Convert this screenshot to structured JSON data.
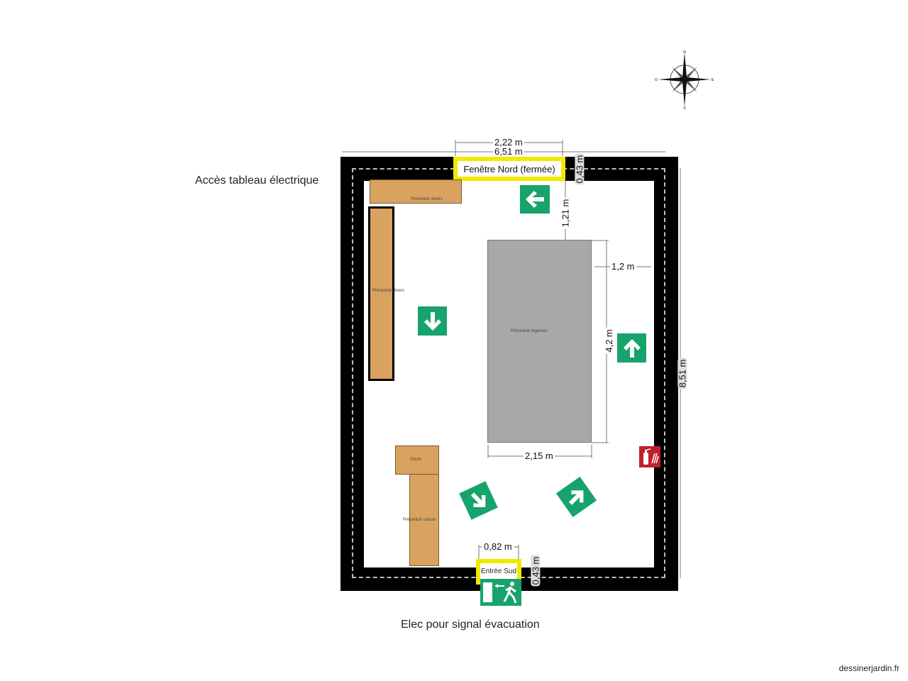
{
  "labels": {
    "electrical_panel": "Accès tableau électrique",
    "evacuation_power": "Elec pour signal évacuation",
    "watermark": "dessinerjardin.fr"
  },
  "openings": {
    "north_window": "Fenêtre Nord (fermée)",
    "south_entrance": "Entrée Sud"
  },
  "furniture": {
    "top_display": "Présentoir divers",
    "left_display": "Présentoir divers",
    "vegetable_display": "Présentoir légumes",
    "eggs": "Oeufs",
    "checkout_display": "Présentoir caisse"
  },
  "dimensions": {
    "window_width": "2,22 m",
    "room_width": "6,51 m",
    "north_wall": "0,43 m",
    "window_to_display": "1,21 m",
    "display_to_wall": "1,2 m",
    "display_height": "4,2 m",
    "display_width": "2,15 m",
    "room_length": "8,51 m",
    "entrance_width": "0,82 m",
    "south_wall": "0,43 m"
  },
  "compass": {
    "n": "N",
    "s": "S",
    "e": "E",
    "w": "O"
  },
  "colors": {
    "wall": "#000000",
    "furniture": "#d9a25f",
    "vegetable_display": "#a8a8a8",
    "exit_green": "#17a36b",
    "opening": "#f2e800",
    "extinguisher": "#c0202a"
  },
  "icons": [
    "arrow-left-icon",
    "arrow-down-icon",
    "arrow-up-icon",
    "arrow-down-right-icon",
    "arrow-up-right-icon",
    "emergency-exit-icon",
    "fire-extinguisher-icon",
    "compass-rose-icon"
  ]
}
